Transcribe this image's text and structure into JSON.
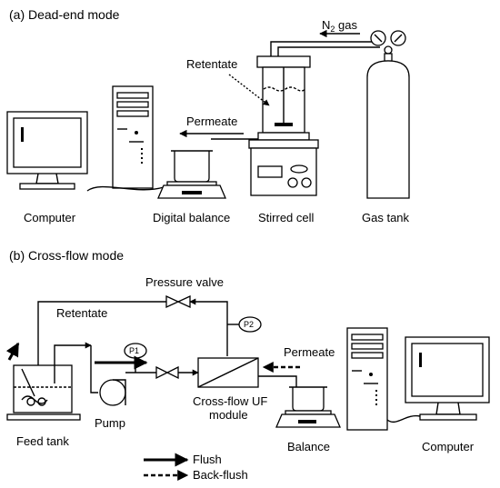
{
  "panel_a": {
    "title": "(a) Dead-end mode",
    "labels": {
      "n2_gas_prefix": "N",
      "n2_gas_sub": "2",
      "n2_gas_suffix": " gas",
      "retentate": "Retentate",
      "permeate": "Permeate",
      "computer": "Computer",
      "digital_balance": "Digital balance",
      "stirred_cell": "Stirred cell",
      "gas_tank": "Gas tank"
    }
  },
  "panel_b": {
    "title": "(b) Cross-flow mode",
    "labels": {
      "pressure_valve": "Pressure valve",
      "retentate": "Retentate",
      "p1": "P1",
      "p2": "P2",
      "permeate": "Permeate",
      "pump": "Pump",
      "module_line1": "Cross-flow UF",
      "module_line2": "module",
      "feed_tank": "Feed tank",
      "balance": "Balance",
      "computer": "Computer"
    },
    "legend": {
      "flush": "Flush",
      "back_flush": "Back-flush"
    }
  }
}
